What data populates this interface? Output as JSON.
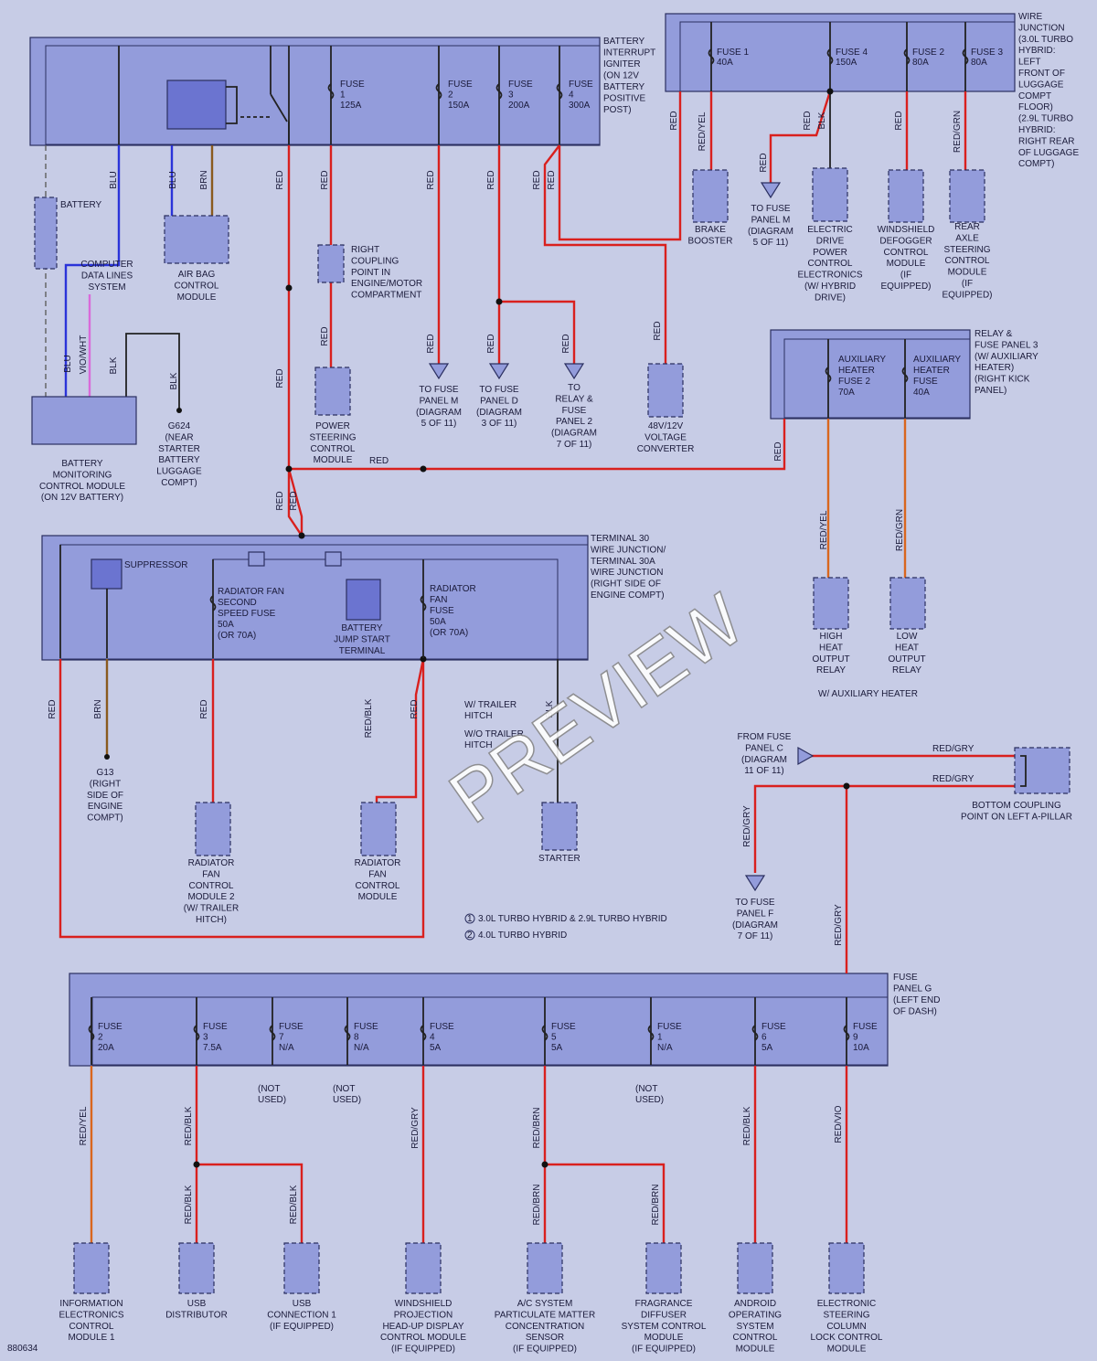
{
  "battery_box": {
    "lines": [
      "BATTERY",
      "INTERRUPT",
      "IGNITER",
      "(ON 12V",
      "BATTERY",
      "POSITIVE",
      "POST)"
    ]
  },
  "fuses_top": [
    {
      "lines": [
        "FUSE",
        "1",
        "125A"
      ]
    },
    {
      "lines": [
        "FUSE",
        "2",
        "150A"
      ]
    },
    {
      "lines": [
        "FUSE",
        "3",
        "200A"
      ]
    },
    {
      "lines": [
        "FUSE",
        "4",
        "300A"
      ]
    }
  ],
  "wire_junction": {
    "lines": [
      "WIRE",
      "JUNCTION",
      "(3.0L TURBO",
      "HYBRID:",
      "LEFT",
      "FRONT OF",
      "LUGGAGE",
      "COMPT",
      "FLOOR)",
      "(2.9L TURBO",
      "HYBRID:",
      "RIGHT REAR",
      "OF LUGGAGE",
      "COMPT)"
    ],
    "fuses": [
      {
        "lines": [
          "FUSE 1",
          "40A"
        ]
      },
      {
        "lines": [
          "FUSE 4",
          "150A"
        ]
      },
      {
        "lines": [
          "FUSE 2",
          "80A"
        ]
      },
      {
        "lines": [
          "FUSE 3",
          "80A"
        ]
      }
    ]
  },
  "components": {
    "battery": "BATTERY",
    "computer_data": [
      "COMPUTER",
      "DATA LINES",
      "SYSTEM"
    ],
    "air_bag": [
      "AIR BAG",
      "CONTROL",
      "MODULE"
    ],
    "right_coupling": [
      "RIGHT",
      "COUPLING",
      "POINT IN",
      "ENGINE/MOTOR",
      "COMPARTMENT"
    ],
    "power_steering": [
      "POWER",
      "STEERING",
      "CONTROL",
      "MODULE"
    ],
    "battery_monitor": [
      "BATTERY",
      "MONITORING",
      "CONTROL MODULE",
      "(ON 12V BATTERY)"
    ],
    "g624": [
      "G624",
      "(NEAR",
      "STARTER",
      "BATTERY",
      "LUGGAGE",
      "COMPT)"
    ],
    "to_fuse_m_1": [
      "TO FUSE",
      "PANEL M",
      "(DIAGRAM",
      "5 OF 11)"
    ],
    "to_fuse_d": [
      "TO FUSE",
      "PANEL D",
      "(DIAGRAM",
      "3 OF 11)"
    ],
    "to_relay": [
      "TO",
      "RELAY &",
      "FUSE",
      "PANEL 2",
      "(DIAGRAM",
      "7 OF 11)"
    ],
    "conv_48v": [
      "48V/12V",
      "VOLTAGE",
      "CONVERTER"
    ],
    "brake_booster": [
      "BRAKE",
      "BOOSTER"
    ],
    "to_fuse_m_2": [
      "TO FUSE",
      "PANEL M",
      "(DIAGRAM",
      "5 OF 11)"
    ],
    "edpce": [
      "ELECTRIC",
      "DRIVE",
      "POWER",
      "CONTROL",
      "ELECTRONICS",
      "(W/ HYBRID",
      "DRIVE)"
    ],
    "windshield_defog": [
      "WINDSHIELD",
      "DEFOGGER",
      "CONTROL",
      "MODULE",
      "(IF",
      "EQUIPPED)"
    ],
    "rear_axle": [
      "REAR",
      "AXLE",
      "STEERING",
      "CONTROL",
      "MODULE",
      "(IF",
      "EQUIPPED)"
    ],
    "relay_panel3": [
      "RELAY &",
      "FUSE PANEL 3",
      "(W/ AUXILIARY",
      "HEATER)",
      "(RIGHT KICK",
      "PANEL)"
    ],
    "aux_fuse2": [
      "AUXILIARY",
      "HEATER",
      "FUSE 2",
      "70A"
    ],
    "aux_fuse": [
      "AUXILIARY",
      "HEATER",
      "FUSE",
      "40A"
    ],
    "high_heat": [
      "HIGH",
      "HEAT",
      "OUTPUT",
      "RELAY"
    ],
    "low_heat": [
      "LOW",
      "HEAT",
      "OUTPUT",
      "RELAY"
    ],
    "aux_note": "W/ AUXILIARY HEATER",
    "terminal30": [
      "TERMINAL 30",
      "WIRE JUNCTION/",
      "TERMINAL 30A",
      "WIRE JUNCTION",
      "(RIGHT SIDE OF",
      "ENGINE COMPT)"
    ],
    "suppressor": "SUPPRESSOR",
    "rad_fan2": [
      "RADIATOR FAN",
      "SECOND",
      "SPEED FUSE",
      "50A",
      "(OR 70A)"
    ],
    "jump": [
      "BATTERY",
      "JUMP START",
      "TERMINAL"
    ],
    "rad_fuse": [
      "RADIATOR",
      "FAN",
      "FUSE",
      "50A",
      "(OR 70A)"
    ],
    "g13": [
      "G13",
      "(RIGHT",
      "SIDE OF",
      "ENGINE",
      "COMPT)"
    ],
    "rfcm2": [
      "RADIATOR",
      "FAN",
      "CONTROL",
      "MODULE 2",
      "(W/ TRAILER",
      "HITCH)"
    ],
    "rfcm": [
      "RADIATOR",
      "FAN",
      "CONTROL",
      "MODULE"
    ],
    "starter": "STARTER",
    "w_trailer": [
      "W/ TRAILER",
      "HITCH"
    ],
    "wo_trailer": [
      "W/O TRAILER",
      "HITCH"
    ],
    "note1": "3.0L TURBO HYBRID & 2.9L TURBO HYBRID",
    "note2": "4.0L TURBO HYBRID",
    "from_fuse_c": [
      "FROM FUSE",
      "PANEL C",
      "(DIAGRAM",
      "11 OF 11)"
    ],
    "bottom_coupling": [
      "BOTTOM COUPLING",
      "POINT ON LEFT A-PILLAR"
    ],
    "to_fuse_f": [
      "TO FUSE",
      "PANEL F",
      "(DIAGRAM",
      "7 OF 11)"
    ],
    "fuse_panel_g": [
      "FUSE",
      "PANEL G",
      "(LEFT END",
      "OF DASH)"
    ]
  },
  "fuses_g": [
    {
      "lines": [
        "FUSE",
        "2",
        "20A"
      ]
    },
    {
      "lines": [
        "FUSE",
        "3",
        "7.5A"
      ]
    },
    {
      "lines": [
        "FUSE",
        "7",
        "N/A"
      ]
    },
    {
      "lines": [
        "FUSE",
        "8",
        "N/A"
      ]
    },
    {
      "lines": [
        "FUSE",
        "4",
        "5A"
      ]
    },
    {
      "lines": [
        "FUSE",
        "5",
        "5A"
      ]
    },
    {
      "lines": [
        "FUSE",
        "1",
        "N/A"
      ]
    },
    {
      "lines": [
        "FUSE",
        "6",
        "5A"
      ]
    },
    {
      "lines": [
        "FUSE",
        "9",
        "10A"
      ]
    }
  ],
  "not_used": [
    "(NOT",
    "USED)"
  ],
  "bottom_modules": [
    [
      "INFORMATION",
      "ELECTRONICS",
      "CONTROL",
      "MODULE 1"
    ],
    [
      "USB",
      "DISTRIBUTOR"
    ],
    [
      "USB",
      "CONNECTION 1",
      "(IF EQUIPPED)"
    ],
    [
      "WINDSHIELD",
      "PROJECTION",
      "HEAD-UP DISPLAY",
      "CONTROL MODULE",
      "(IF EQUIPPED)"
    ],
    [
      "A/C SYSTEM",
      "PARTICULATE MATTER",
      "CONCENTRATION",
      "SENSOR",
      "(IF EQUIPPED)"
    ],
    [
      "FRAGRANCE",
      "DIFFUSER",
      "SYSTEM CONTROL",
      "MODULE",
      "(IF EQUIPPED)"
    ],
    [
      "ANDROID",
      "OPERATING",
      "SYSTEM",
      "CONTROL",
      "MODULE"
    ],
    [
      "ELECTRONIC",
      "STEERING",
      "COLUMN",
      "LOCK CONTROL",
      "MODULE"
    ]
  ],
  "wires": {
    "red": "RED",
    "blu": "BLU",
    "brn": "BRN",
    "blk": "BLK",
    "vio_wht": "VIO/WHT",
    "red_yel": "RED/YEL",
    "red_grn": "RED/GRN",
    "red_blk": "RED/BLK",
    "red_gry": "RED/GRY",
    "red_brn": "RED/BRN",
    "red_vio": "RED/VIO"
  },
  "diagram_id": "880634",
  "watermark": "PREVIEW",
  "colors": {
    "box": "#939cdb",
    "background": "#c7cce6",
    "red_wire": "#d9201e",
    "blue_wire": "#2a33d9"
  }
}
